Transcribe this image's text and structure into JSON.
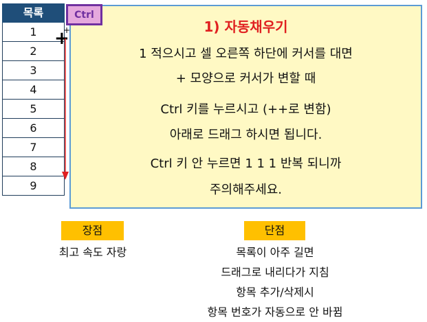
{
  "table": {
    "header": "목록",
    "rows": [
      "1",
      "2",
      "3",
      "4",
      "5",
      "6",
      "7",
      "8",
      "9"
    ]
  },
  "ctrl_badge": "Ctrl",
  "cursor": {
    "plus": "+",
    "plus_small": "+"
  },
  "note": {
    "title": "1) 자동채우기",
    "lines": [
      "1 적으시고 셀 오른쪽 하단에 커서를 대면",
      "+ 모양으로 커서가 변할 때",
      "Ctrl 키를 누르시고 (++로 변함)",
      "아래로 드래그 하시면 됩니다.",
      "Ctrl 키 안 누르면 1 1 1 반복 되니까",
      "주의해주세요."
    ]
  },
  "pros": {
    "label": "장점",
    "items": [
      "최고 속도 자랑"
    ]
  },
  "cons": {
    "label": "단점",
    "items": [
      "목록이 아주 길면",
      "드래그로 내리다가 지침",
      "항목 추가/삭제시",
      "항목 번호가 자동으로 안 바뀜"
    ]
  },
  "colors": {
    "header_bg": "#1f4e79",
    "note_bg": "#fff9c4",
    "note_border": "#5b9bd5",
    "title_red": "#e02020",
    "ctrl_bg": "#e5a8dd",
    "ctrl_border": "#7030a0",
    "tag_bg": "#ffc000",
    "arrow_red": "#e02020"
  },
  "icons": {
    "drag_arrow": "red-down-arrow-icon",
    "cursor": "fill-handle-cursor-icon"
  }
}
